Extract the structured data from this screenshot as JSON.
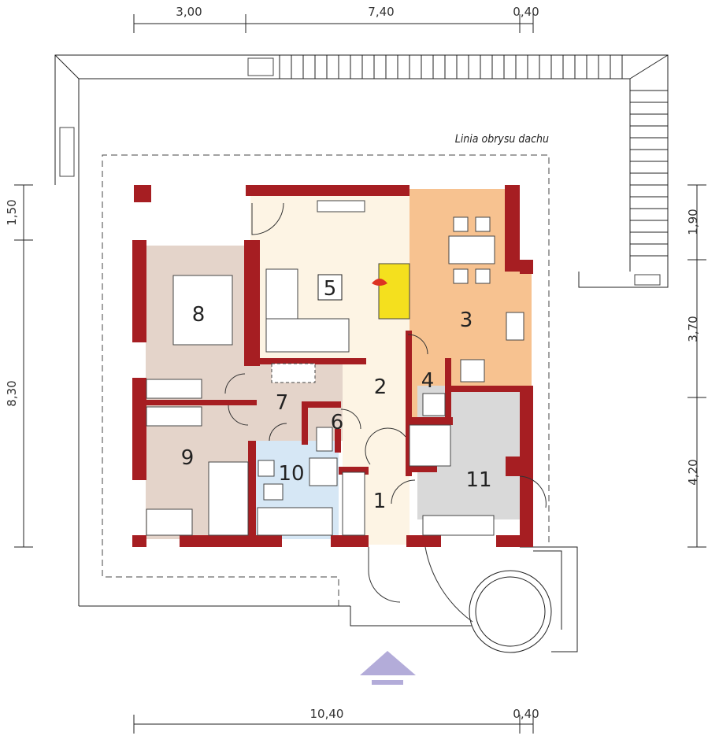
{
  "roof_outline_label": "Linia obrysu dachu",
  "dimensions": {
    "top": [
      "3,00",
      "7,40",
      "0,40"
    ],
    "left": [
      "1,50",
      "8,30"
    ],
    "right": [
      "1,90",
      "3,70",
      "4,20"
    ],
    "bottom": [
      "10,40",
      "0,40"
    ]
  },
  "rooms": [
    "1",
    "2",
    "3",
    "4",
    "5",
    "6",
    "7",
    "8",
    "9",
    "10",
    "11"
  ],
  "colors": {
    "wall": "#a61e22",
    "living": "#fdf4e4",
    "kitchen": "#f7c290",
    "bedroom": "#e4d4ca",
    "bathroom": "#d6e7f5",
    "garage": "#d9d9d9",
    "fireplace": "#f4e01e",
    "entrance_arrow": "#b3acd9"
  }
}
